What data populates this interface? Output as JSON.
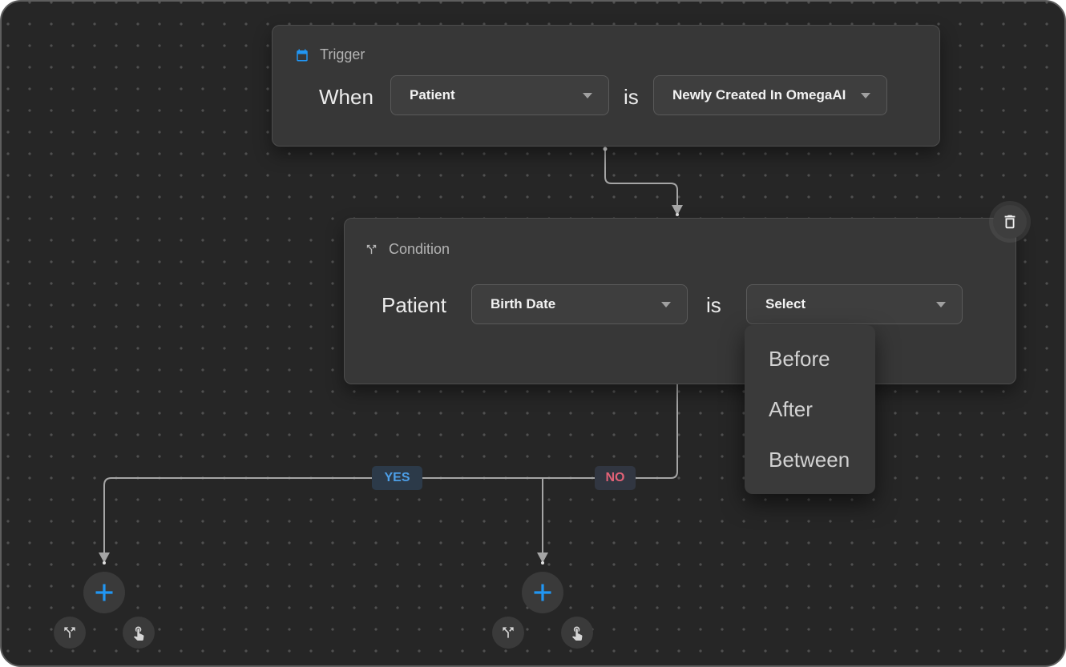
{
  "trigger_node": {
    "title": "Trigger",
    "when_label": "When",
    "is_label": "is",
    "entity_dropdown": {
      "value": "Patient"
    },
    "event_dropdown": {
      "value": "Newly Created In OmegaAI"
    }
  },
  "condition_node": {
    "title": "Condition",
    "subject_label": "Patient",
    "is_label": "is",
    "field_dropdown": {
      "value": "Birth Date"
    },
    "operator_dropdown": {
      "value": "Select"
    },
    "menu_options": [
      "Before",
      "After",
      "Between"
    ]
  },
  "branches": {
    "yes_label": "YES",
    "no_label": "NO"
  },
  "colors": {
    "accent_blue": "#2196f3",
    "yes_text": "#4d9fe8",
    "no_text": "#e26277",
    "canvas_bg": "#262626",
    "node_bg": "#373737",
    "edge_gray": "#a5a5a5"
  },
  "icons": {
    "trigger": "calendar-icon",
    "condition": "branch-split-icon",
    "delete": "trash-icon",
    "add": "plus-icon",
    "branch_action": "branch-split-icon",
    "manual_action": "tap-icon"
  }
}
